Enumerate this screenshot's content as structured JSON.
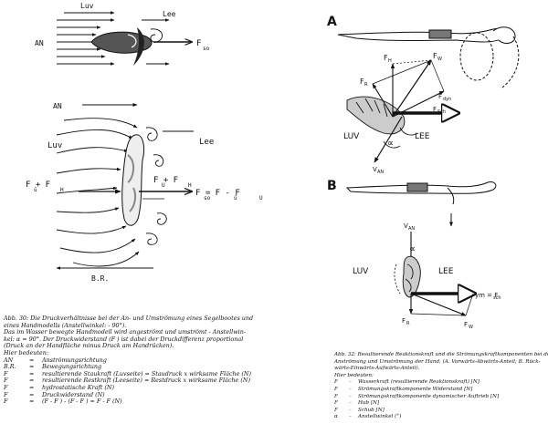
{
  "fig30": {
    "top": {
      "luv": "Luv",
      "lee": "Lee",
      "an": "AN",
      "fso": "F",
      "fso_sub": "so"
    },
    "bottom": {
      "an": "AN",
      "luv": "Luv",
      "lee": "Lee",
      "fu_fh_left": "F  + F",
      "fu_fh_right": "F  + F",
      "fso_eq": "F   = F  - F",
      "br": "B.R."
    },
    "caption": {
      "title_1": "Abb. 30: Die Druckverhältnisse bei der An- und Umströmung eines Segelbootes und",
      "title_2": "eines Handmodells (Anstellwinkel:     - 90°).",
      "body_1": "Das im Wasser bewegte Handmodell wird angeströmt und umströmt - Anstellwin-",
      "body_2": "kel:  α = 90°. Der Druckwiderstand  (F   ) ist dabei der Druckdifferenz proportional",
      "body_3": "(Druck an der Handfläche minus Druck am Handrücken).",
      "here": "Hier bedeuten:",
      "legend": [
        {
          "key": "AN",
          "eq": "=",
          "text": "Anströmungsrichtung"
        },
        {
          "key": "B.R.",
          "eq": "=",
          "text": "Bewegungsrichtung"
        },
        {
          "key": "F",
          "eq": "=",
          "text": "resultierende Staukraft (Luvseite) = Staudruck x wirksame Fläche (N)"
        },
        {
          "key": "F",
          "eq": "=",
          "text": "resultierende Restkraft (Leeseite) = Restdruck x wirksame Fläche (N)"
        },
        {
          "key": "F",
          "eq": "=",
          "text": "hydrostatische Kraft (N)"
        },
        {
          "key": "F",
          "eq": "=",
          "text": "Druckwiderstand (N)"
        },
        {
          "key": "F",
          "eq": "=",
          "text": "(F  - F  ) - (F  - F  ) = F  - F  (N)"
        }
      ]
    }
  },
  "fig32": {
    "a": {
      "letter": "A",
      "fh": "F",
      "fh_sub": "H",
      "fr": "F",
      "fr_sub": "R",
      "fw": "F",
      "fw_sub": "W",
      "fdyn": "F",
      "fdyn_sub": "dyn",
      "fsch": "F",
      "fsch_sub": "Sch",
      "luv": "LUV",
      "lee": "LEE",
      "alpha": "∝",
      "van": "V",
      "van_sub": "AN"
    },
    "b": {
      "letter": "B",
      "van": "V",
      "van_sub": "AN",
      "alpha": "∝",
      "luv": "LUV",
      "lee": "LEE",
      "fsch": "ym = F",
      "fsch_sub": "sch",
      "fr": "F",
      "fr_sub": "R",
      "fw": "F",
      "fw_sub": "W"
    },
    "caption": {
      "title_1": "Abb. 32: Resultierende Reaktionskraft und die Strömungskraftkomponenten bei der",
      "title_2": "Anströmung und Umströmung der Hand. (A. Vorwärts-Abwärts-Anteil; B. Rück-",
      "title_3": "wärts-Einwärts-Aufwärts-Anteil).",
      "here": "Hier bedeuten:",
      "legend": [
        {
          "key": "F",
          "eq": "–",
          "text": "Wasserkraft (resultierende Reaktionskraft) [N]"
        },
        {
          "key": "F",
          "eq": "–",
          "text": "Strömungskraftkomponente Widerstand [N]"
        },
        {
          "key": "F",
          "eq": "–",
          "text": "Strömungskraftkomponente dynamischer Auftrieb [N]"
        },
        {
          "key": "F",
          "eq": "–",
          "text": "Hub [N]"
        },
        {
          "key": "F",
          "eq": "–",
          "text": "Schub [N]"
        },
        {
          "key": "α",
          "eq": "–",
          "text": "Anstellwinkel (°)"
        }
      ]
    }
  }
}
